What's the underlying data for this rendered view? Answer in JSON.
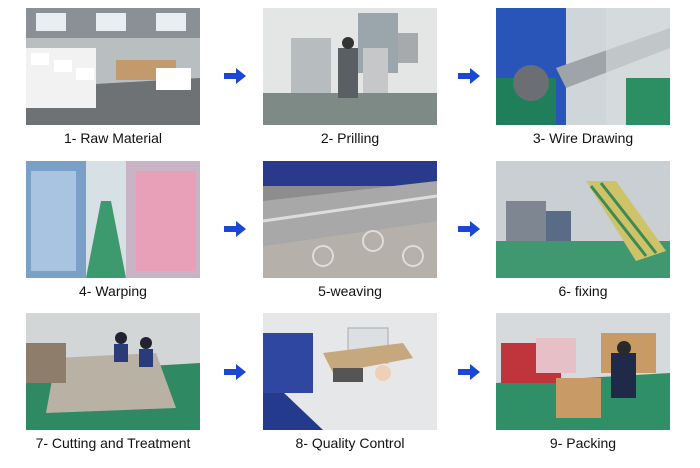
{
  "steps": [
    {
      "label": "1- Raw Material"
    },
    {
      "label": "2- Prilling"
    },
    {
      "label": "3- Wire Drawing"
    },
    {
      "label": "4- Warping"
    },
    {
      "label": "5-weaving"
    },
    {
      "label": "6- fixing"
    },
    {
      "label": "7- Cutting and Treatment"
    },
    {
      "label": "8- Quality Control"
    },
    {
      "label": "9- Packing"
    }
  ],
  "colors": {
    "arrow": "#1a47d6",
    "caption": "#111111"
  }
}
